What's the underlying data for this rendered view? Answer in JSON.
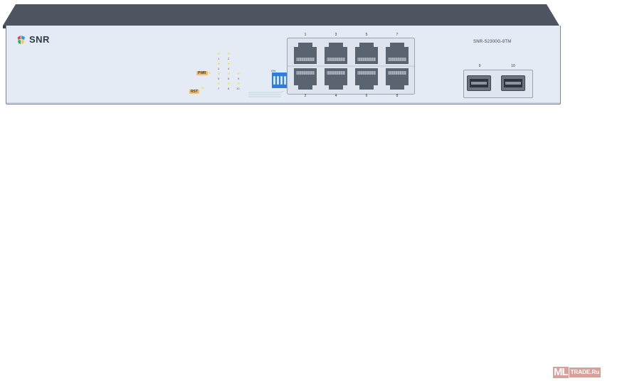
{
  "device": {
    "brand": "SNR",
    "model": "SNR-S2300G-8TM",
    "indicators": {
      "pwr_label": "PWR",
      "rst_label": "RST",
      "led_numbers": [
        "1",
        "2",
        "3",
        "4",
        "5",
        "6",
        "7",
        "8",
        "9",
        "10"
      ]
    },
    "dip_label": "ON",
    "rj45_ports_top": [
      "1",
      "3",
      "5",
      "7"
    ],
    "rj45_ports_bottom": [
      "2",
      "4",
      "6",
      "8"
    ],
    "sfp_ports": [
      "9",
      "10"
    ]
  },
  "watermark": {
    "ml": "ML",
    "text": "TRADE.Ru"
  },
  "colors": {
    "chassis_top": "#4e5560",
    "front_panel": "#e4ebf5",
    "port_body": "#5a6370",
    "dip_switch": "#2f7de0",
    "label_amber": "#f4c06a",
    "watermark": "#d9a09a"
  }
}
